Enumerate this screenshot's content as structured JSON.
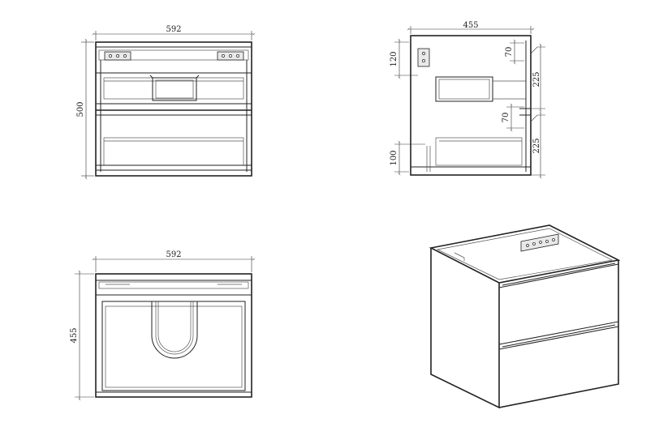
{
  "front_view": {
    "width_label": "592",
    "height_label": "500"
  },
  "side_view": {
    "depth_label": "455",
    "bracket_height_label": "120",
    "bottom_offset_label": "100",
    "upper_gap_label": "70",
    "lower_gap_label": "70",
    "upper_drawer_label": "225",
    "lower_drawer_label": "225"
  },
  "top_view": {
    "width_label": "592",
    "depth_label": "455"
  }
}
